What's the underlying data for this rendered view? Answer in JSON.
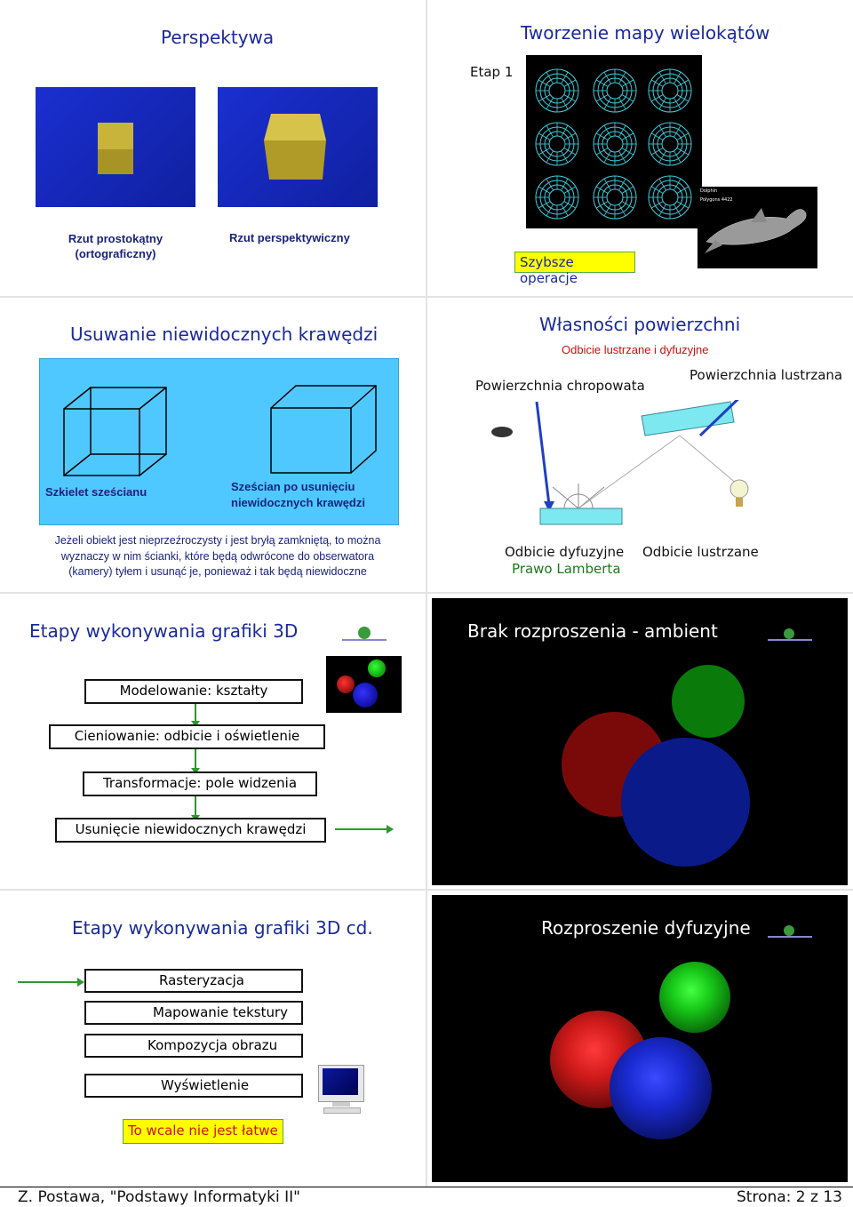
{
  "slides": {
    "s1": {
      "title": "Perspektywa",
      "label_left": "Rzut prostokątny\n(ortograficzny)",
      "label_right": "Rzut perspektywiczny"
    },
    "s2": {
      "title": "Tworzenie mapy wielokątów",
      "stage": "Etap 1",
      "dolphin_line1": "Dolphin",
      "dolphin_line2": "Polygons 4422",
      "highlight": "Szybsze operacje"
    },
    "s3": {
      "title": "Usuwanie niewidocznych krawędzi",
      "label_left": "Szkielet sześcianu",
      "label_right": "Sześcian po usunięciu\nniewidocznych krawędzi",
      "caption": "Jeżeli obiekt jest nieprzeźroczysty i jest bryłą zamkniętą, to można\nwyznaczy w nim ścianki, które będą odwrócone do obserwatora\n(kamery) tyłem i usunąć je, ponieważ i tak będą niewidoczne"
    },
    "s4": {
      "title": "Własności powierzchni",
      "subtitle": "Odbicie lustrzane i dyfuzyjne",
      "rough": "Powierzchnia chropowata",
      "mirror": "Powierzchnia lustrzana",
      "diffuse": "Odbicie dyfuzyjne",
      "lambert": "Prawo Lamberta",
      "specular": "Odbicie lustrzane"
    },
    "s5": {
      "title": "Etapy wykonywania grafiki 3D",
      "steps": [
        "Modelowanie: kształty",
        "Cieniowanie:  odbicie i oświetlenie",
        "Transformacje: pole widzenia",
        "Usunięcie niewidocznych krawędzi"
      ]
    },
    "s6": {
      "title": "Brak rozproszenia - ambient"
    },
    "s7": {
      "title": "Etapy wykonywania grafiki 3D cd.",
      "steps": [
        "Rasteryzacja",
        "Mapowanie tekstury",
        "Kompozycja obrazu",
        "Wyświetlenie"
      ],
      "highlight": "To wcale nie jest łatwe"
    },
    "s8": {
      "title": "Rozproszenie dyfuzyjne"
    }
  },
  "footer": {
    "left": "Z. Postawa, \"Podstawy Informatyki II\"",
    "right": "Strona: 2 z 13"
  },
  "colors": {
    "title_blue": "#1a2a9a",
    "highlight_yellow": "#ffff00",
    "red_text": "#cc1111",
    "green_text": "#1a7a1a"
  }
}
